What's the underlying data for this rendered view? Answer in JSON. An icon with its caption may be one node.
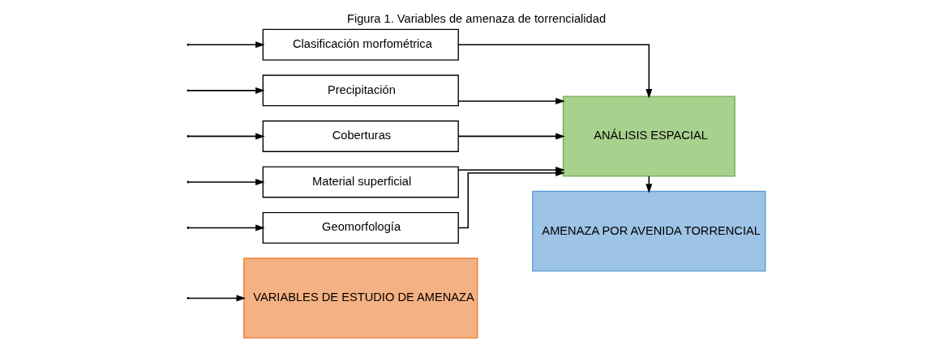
{
  "diagram": {
    "title": "Figura 1. Variables de amenaza de torrencialidad",
    "nodes": [
      {
        "text": [
          "Clasificación morfométrica"
        ]
      },
      {
        "text": [
          "Precipitación"
        ]
      },
      {
        "text": [
          "Coberturas"
        ]
      },
      {
        "text": [
          "Material superficial"
        ]
      },
      {
        "text": [
          "Geomorfología"
        ]
      },
      {
        "text": [
          "VARIABLES DE ESTUDIO DE AMENAZA"
        ]
      },
      {
        "text": [
          "ANÁLISIS ESPACIAL"
        ]
      },
      {
        "text": [
          "AMENAZA POR AVENIDA TORRENCIAL"
        ]
      }
    ],
    "edges": [
      {
        "from": null,
        "to": 0,
        "arrow": "to"
      },
      {
        "from": null,
        "to": 1,
        "arrow": "to"
      },
      {
        "from": null,
        "to": 2,
        "arrow": "to"
      },
      {
        "from": null,
        "to": 3,
        "arrow": "to"
      },
      {
        "from": null,
        "to": 4,
        "arrow": "to"
      },
      {
        "from": null,
        "to": 5,
        "arrow": "to"
      },
      {
        "from": 0,
        "to": 6,
        "arrow": "to"
      },
      {
        "from": 1,
        "to": 6,
        "arrow": "to"
      },
      {
        "from": 2,
        "to": 6,
        "arrow": "to"
      },
      {
        "from": 3,
        "to": 6,
        "arrow": "to"
      },
      {
        "from": 4,
        "to": 6,
        "arrow": "to"
      },
      {
        "from": 6,
        "to": 7,
        "arrow": "to"
      }
    ]
  }
}
